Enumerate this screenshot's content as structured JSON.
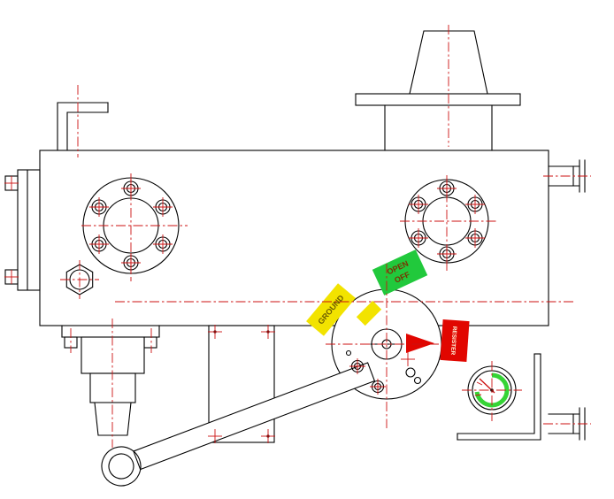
{
  "drawing": {
    "labels": {
      "ground": "GROUND",
      "open": "OPEN",
      "off": "OFF",
      "resister": "RESISTER"
    },
    "colors": {
      "ground_label_bg": "#f2e300",
      "open_label_bg": "#21c93c",
      "resister_label_bg": "#e10600",
      "pointer": "#e10600",
      "gauge_arc": "#35d435",
      "centerline": "#cc1111",
      "outline": "#000000"
    }
  }
}
